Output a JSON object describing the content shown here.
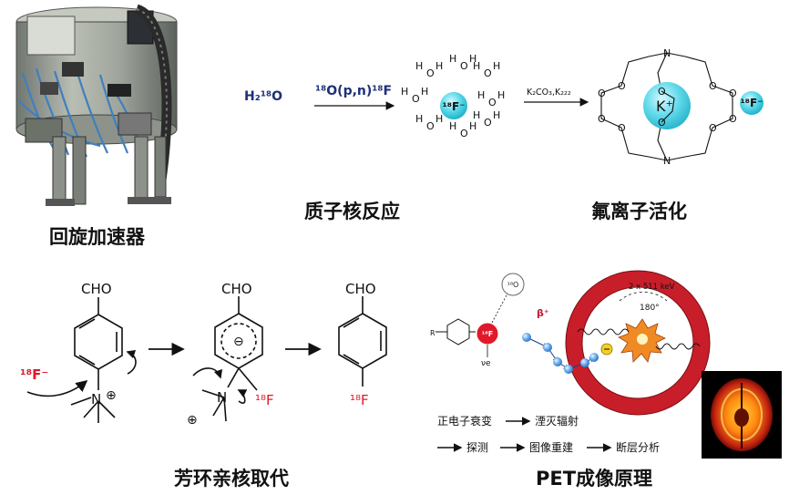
{
  "captions": {
    "cyclotron": "回旋加速器",
    "nuclear_reaction": "质子核反应",
    "fluoride_activation": "氟离子活化",
    "aromatic_substitution": "芳环亲核取代",
    "pet_principle": "PET成像原理"
  },
  "top_row": {
    "water": "H₂¹⁸O",
    "reaction_label": "¹⁸O(p,n)¹⁸F",
    "hydrated_ion": "¹⁸F⁻",
    "water_H": "H",
    "water_O": "O",
    "activation_reagents": "K₂CO₃,K₂₂₂",
    "potassium": "K⁺",
    "naked_fluoride": "¹⁸F⁻",
    "crown_O": "O",
    "crown_N": "N"
  },
  "snar": {
    "aldehyde": "CHO",
    "fluoride_reagent": "¹⁸F⁻",
    "ammonium_N": "N",
    "plus_sign": "⊕",
    "minus_sign": "⊖",
    "fluorine_label": "¹⁸F"
  },
  "pet": {
    "oxygen_product": "¹⁸O",
    "precursor_label": "R",
    "fluorine_atom": "¹⁸F",
    "neutrino": "νe",
    "beta_plus": "β⁺",
    "annihilation_energy": "2 x 511 keV",
    "angle": "180°",
    "step1": "正电子衰变",
    "step2": "湮灭辐射",
    "step3": "探测",
    "step4": "图像重建",
    "step5": "断层分析"
  },
  "colors": {
    "fluoride_cyan": "#5ad9ea",
    "red_label": "#e0192a",
    "ring_red": "#c81e2a",
    "beta_red": "#c01830"
  }
}
